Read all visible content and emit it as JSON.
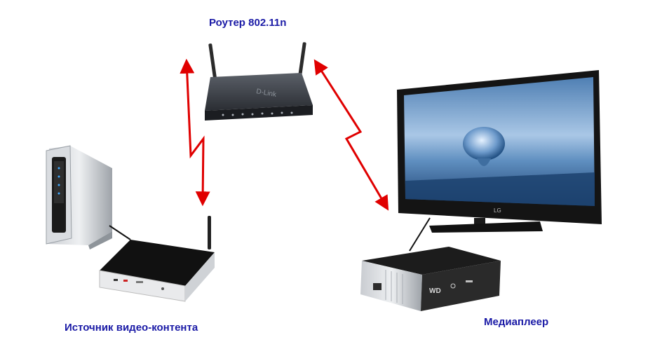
{
  "labels": {
    "router": "Роутер 802.11n",
    "source": "Источник видео-контента",
    "player": "Медиаплеер"
  },
  "devices": {
    "router_brand": "D-Link",
    "tv_brand": "LG",
    "player_brand": "WD"
  },
  "colors": {
    "label": "#1a1aa6",
    "wireless_link": "#e00000"
  }
}
